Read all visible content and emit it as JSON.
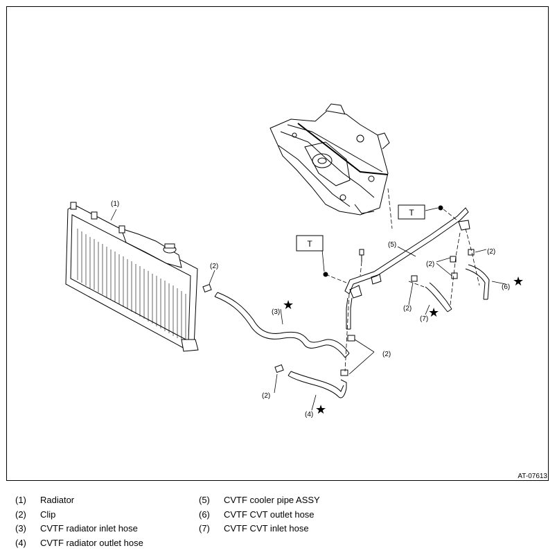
{
  "figure_id": "AT-07613",
  "tightening_marker": "T",
  "star_marker": "★",
  "callouts": {
    "c1": "(1)",
    "c2a": "(2)",
    "c2b": "(2)",
    "c2c": "(2)",
    "c2d": "(2)",
    "c2e": "(2)",
    "c2f": "(2)",
    "c3": "(3)",
    "c4": "(4)",
    "c5": "(5)",
    "c6": "(6)",
    "c7": "(7)"
  },
  "legend": [
    {
      "num": "(1)",
      "text": "Radiator"
    },
    {
      "num": "(2)",
      "text": "Clip"
    },
    {
      "num": "(3)",
      "text": "CVTF radiator inlet hose"
    },
    {
      "num": "(4)",
      "text": "CVTF radiator outlet hose"
    },
    {
      "num": "(5)",
      "text": "CVTF cooler pipe ASSY"
    },
    {
      "num": "(6)",
      "text": "CVTF CVT outlet hose"
    },
    {
      "num": "(7)",
      "text": "CVTF CVT inlet hose"
    }
  ]
}
